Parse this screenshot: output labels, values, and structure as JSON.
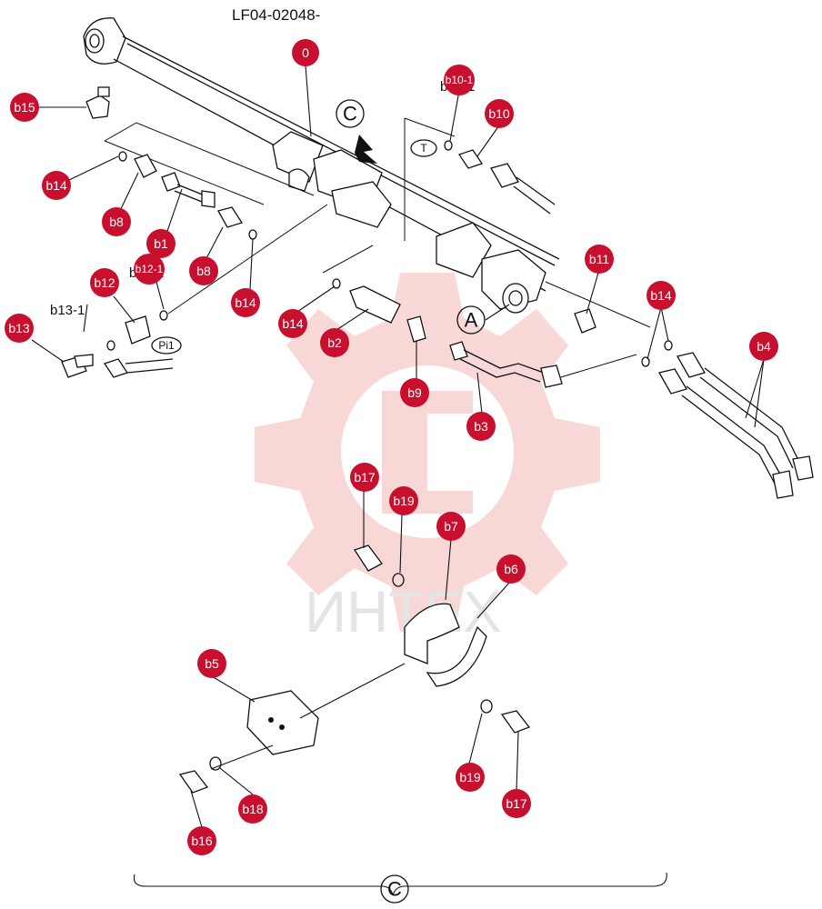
{
  "title": "LF04-02048-",
  "watermark": {
    "brand": "ИНТЕХ",
    "gear_color": "#f4b8b8"
  },
  "badge_color": "#c8102e",
  "view_markers": {
    "c_top": "C",
    "c_bottom": "C",
    "a": "A",
    "t": "T",
    "pi1": "Pi1"
  },
  "plain_labels": {
    "b10_1": "b10-1",
    "b12_1": "b12-1",
    "b13_1": "b13-1"
  },
  "callouts": [
    {
      "id": "0"
    },
    {
      "id": "b15"
    },
    {
      "id": "b14"
    },
    {
      "id": "b8"
    },
    {
      "id": "b1"
    },
    {
      "id": "b8"
    },
    {
      "id": "b14"
    },
    {
      "id": "b12"
    },
    {
      "id": "b12-1"
    },
    {
      "id": "b13"
    },
    {
      "id": "b10-1"
    },
    {
      "id": "b10"
    },
    {
      "id": "b11"
    },
    {
      "id": "b14"
    },
    {
      "id": "b14"
    },
    {
      "id": "b4"
    },
    {
      "id": "b2"
    },
    {
      "id": "b9"
    },
    {
      "id": "b3"
    },
    {
      "id": "b17"
    },
    {
      "id": "b19"
    },
    {
      "id": "b7"
    },
    {
      "id": "b6"
    },
    {
      "id": "b5"
    },
    {
      "id": "b19"
    },
    {
      "id": "b17"
    },
    {
      "id": "b18"
    },
    {
      "id": "b16"
    }
  ]
}
